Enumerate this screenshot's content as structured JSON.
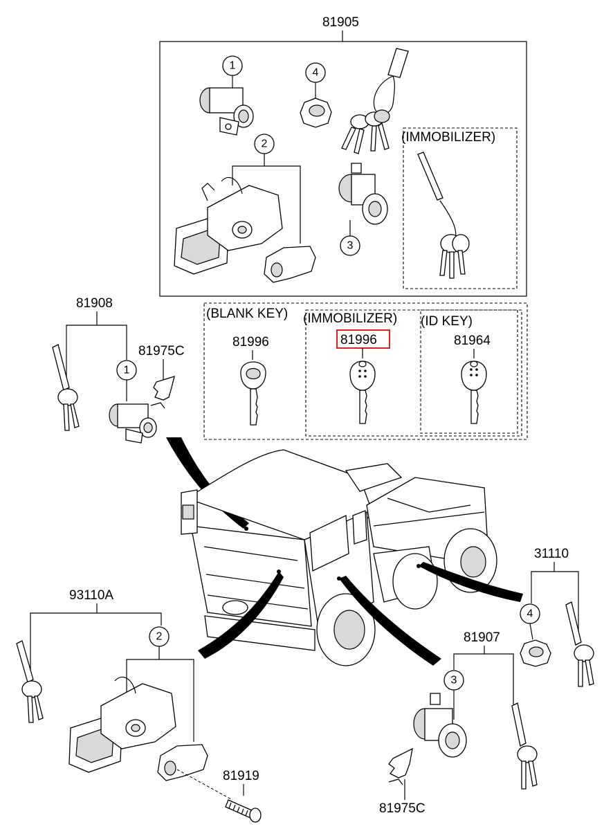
{
  "labels": {
    "p81905": "81905",
    "p81908": "81908",
    "p81975c_top": "81975C",
    "p81996_blank": "81996",
    "p81996_immo": "81996",
    "p81964": "81964",
    "p31110": "31110",
    "p93110a": "93110A",
    "p81907": "81907",
    "p81919": "81919",
    "p81975c_bottom": "81975C"
  },
  "section_titles": {
    "immobilizer_set": "(IMMOBILIZER)",
    "blank_key": "(BLANK KEY)",
    "immobilizer_key": "(IMMOBILIZER)",
    "id_key": "(ID KEY)"
  },
  "callouts": {
    "c1_top": "1",
    "c2_top": "2",
    "c3_top": "3",
    "c4_top": "4",
    "c1_left": "1",
    "c2_bottom": "2",
    "c3_bottom": "3",
    "c4_right": "4"
  },
  "highlight": {
    "part": "81996",
    "color": "#e02020"
  }
}
